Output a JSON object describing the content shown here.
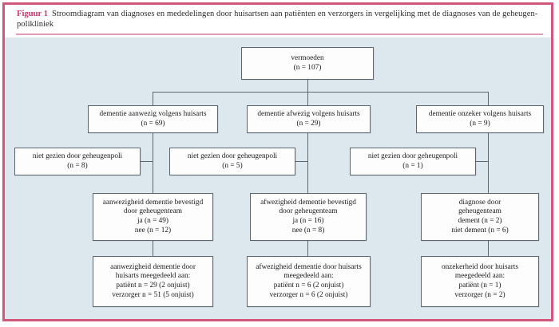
{
  "figure": {
    "label": "Figuur 1",
    "caption": "Stroomdiagram van diagnoses en mededelingen door huisartsen aan patiënten en verzorgers in vergelijking met de diagnoses van de geheugen-polikliniek",
    "accent_color": "#d2326c",
    "frame_color": "#d2577c",
    "canvas_color": "#dce8ee",
    "node_fill": "#fdfdfd",
    "node_border": "#5a6670"
  },
  "chart_data": {
    "type": "diagram",
    "title": "Stroomdiagram van diagnoses en mededelingen door huisartsen",
    "nodes": [
      {
        "id": "root",
        "lines": [
          "vermoeden",
          "(n = 107)"
        ],
        "n": 107
      },
      {
        "id": "aanwezig",
        "lines": [
          "dementie aanwezig volgens huisarts",
          "(n = 69)"
        ],
        "n": 69
      },
      {
        "id": "afwezig",
        "lines": [
          "dementie afwezig volgens huisarts",
          "(n = 29)"
        ],
        "n": 29
      },
      {
        "id": "onzeker",
        "lines": [
          "dementie onzeker volgens huisarts",
          "(n = 9)"
        ],
        "n": 9
      },
      {
        "id": "niet1",
        "lines": [
          "niet gezien door geheugenpoli",
          "(n = 8)"
        ],
        "n": 8
      },
      {
        "id": "niet2",
        "lines": [
          "niet gezien door geheugenpoli",
          "(n = 5)"
        ],
        "n": 5
      },
      {
        "id": "niet3",
        "lines": [
          "niet gezien door geheugenpoli",
          "(n = 1)"
        ],
        "n": 1
      },
      {
        "id": "bevestigd1",
        "lines": [
          "aanwezigheid dementie bevestigd",
          "door geheugenteam",
          "ja (n = 49)",
          "nee (n = 12)"
        ]
      },
      {
        "id": "bevestigd2",
        "lines": [
          "afwezigheid dementie bevestigd",
          "door geheugenteam",
          "ja (n = 16)",
          "nee (n = 8)"
        ]
      },
      {
        "id": "bevestigd3",
        "lines": [
          "diagnose door",
          "geheugenteam",
          "dement (n = 2)",
          "niet dement (n = 6)"
        ]
      },
      {
        "id": "meeged1",
        "lines": [
          "aanwezigheid dementie door",
          "huisarts meegedeeld aan:",
          "patiënt n = 29 (2 onjuist)",
          "verzorger n = 51 (5 onjuist)"
        ]
      },
      {
        "id": "meeged2",
        "lines": [
          "afwezigheid dementie door huisarts",
          "meegedeeld aan:",
          "patiënt n = 6 (2 onjuist)",
          "verzorger n = 6 (2 onjuist)"
        ]
      },
      {
        "id": "meeged3",
        "lines": [
          "onzekerheid door huisarts",
          "meegedeeld aan:",
          "patiënt (n = 1)",
          "verzorger (n = 2)"
        ]
      }
    ],
    "edges": [
      {
        "from": "root",
        "to": "aanwezig"
      },
      {
        "from": "root",
        "to": "afwezig"
      },
      {
        "from": "root",
        "to": "onzeker"
      },
      {
        "from": "aanwezig",
        "to": "niet1"
      },
      {
        "from": "aanwezig",
        "to": "bevestigd1"
      },
      {
        "from": "afwezig",
        "to": "niet2"
      },
      {
        "from": "afwezig",
        "to": "bevestigd2"
      },
      {
        "from": "onzeker",
        "to": "niet3"
      },
      {
        "from": "onzeker",
        "to": "bevestigd3"
      },
      {
        "from": "bevestigd1",
        "to": "meeged1"
      },
      {
        "from": "bevestigd2",
        "to": "meeged2"
      },
      {
        "from": "bevestigd3",
        "to": "meeged3"
      }
    ]
  }
}
